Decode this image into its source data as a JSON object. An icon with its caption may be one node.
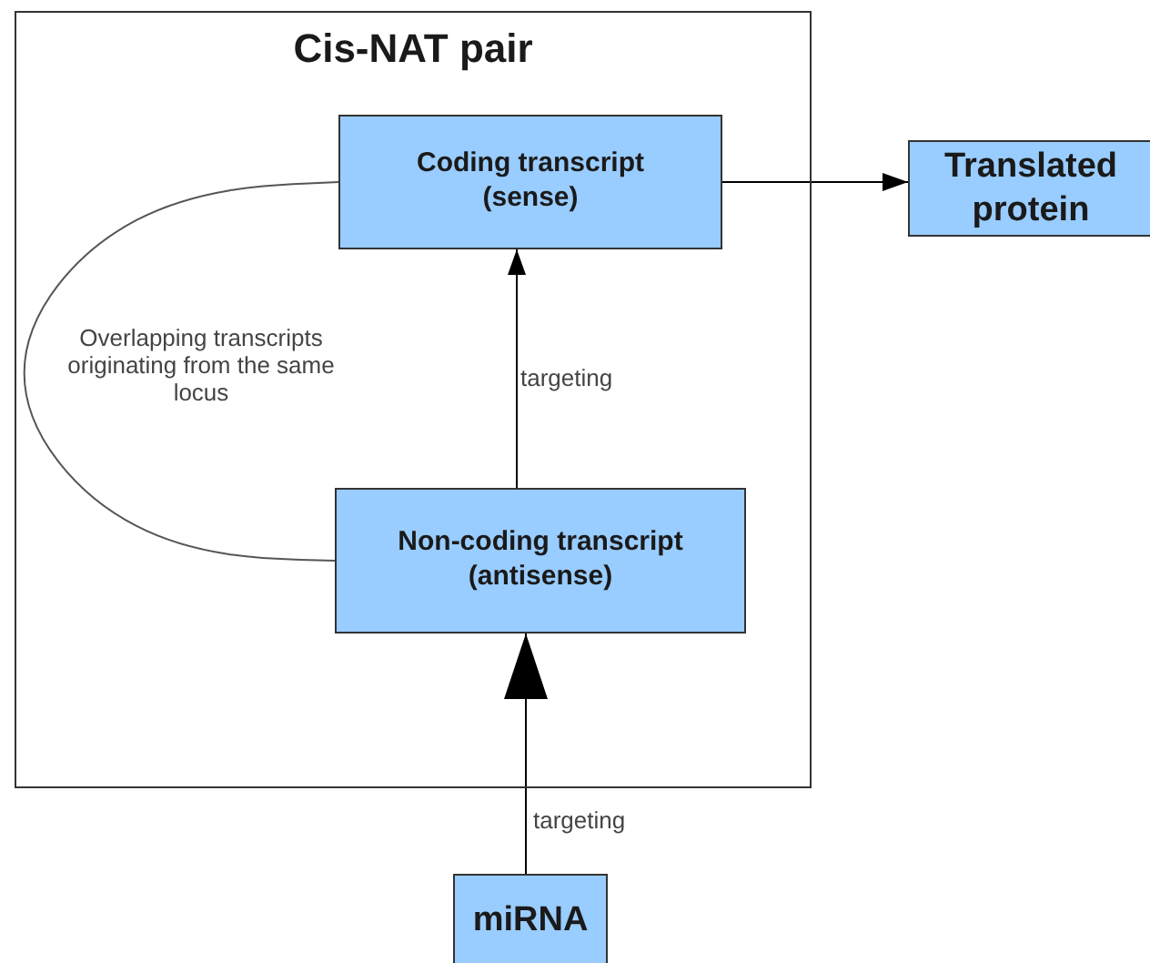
{
  "diagram": {
    "nodes": [
      {
        "text": [
          "Cis-NAT pair"
        ]
      },
      {
        "text": [
          "Coding transcript (sense)"
        ],
        "in": 0
      },
      {
        "text": [
          "Non-coding transcript (antisense)"
        ],
        "in": 0
      },
      {
        "text": [
          "Translated protein"
        ]
      },
      {
        "text": [
          "miRNA"
        ]
      }
    ],
    "edges": [
      {
        "from": 1,
        "to": 3,
        "arrow": "to"
      },
      {
        "from": 2,
        "to": 1,
        "label": "targeting",
        "arrow": "to"
      },
      {
        "from": 4,
        "to": 2,
        "label": "targeting",
        "arrow": "to"
      },
      {
        "from": 1,
        "to": 2,
        "label": "Overlapping transcripts originating from the same locus",
        "arrow": "none"
      }
    ]
  }
}
